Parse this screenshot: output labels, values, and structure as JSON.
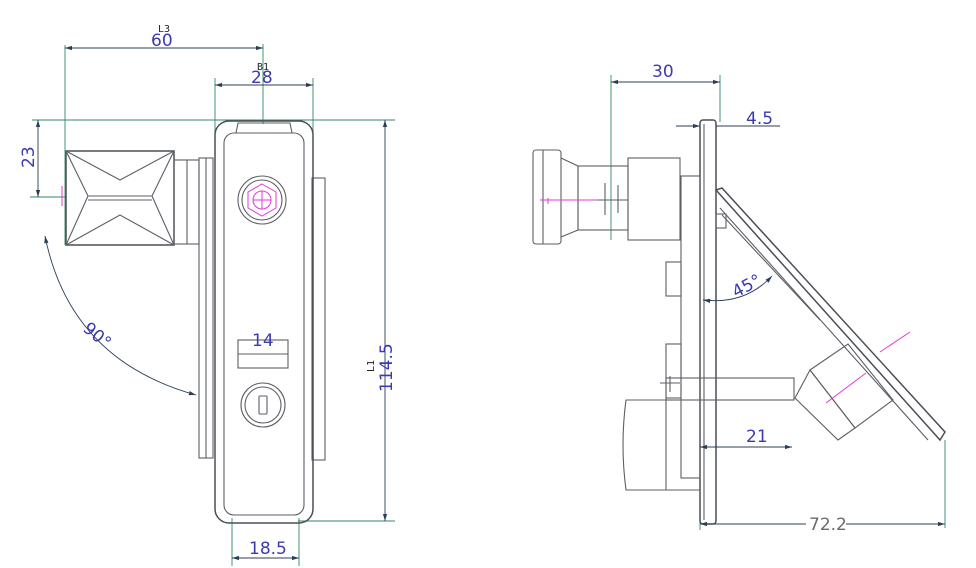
{
  "front_view": {
    "dim_overall_width": {
      "tag": "L3",
      "value": "60"
    },
    "dim_body_width": {
      "tag": "B1",
      "value": "28"
    },
    "dim_handle_height": "23",
    "dim_rotation_angle": "90°",
    "dim_lock_width": "14",
    "dim_overall_height": {
      "tag": "L1",
      "value": "114.5"
    },
    "dim_base_width": "18.5"
  },
  "side_view": {
    "dim_handle_depth": "30",
    "dim_plate_thickness": "4.5",
    "dim_tilt_angle": "45°",
    "dim_cam_offset": "21",
    "dim_open_reach": "72.2"
  },
  "colors": {
    "outline": "#5b5f66",
    "extension": "#2f8a63",
    "dimension": "#2a3f55",
    "dim_text": "#3b3bb0",
    "center_mark": "#e23ad6"
  }
}
